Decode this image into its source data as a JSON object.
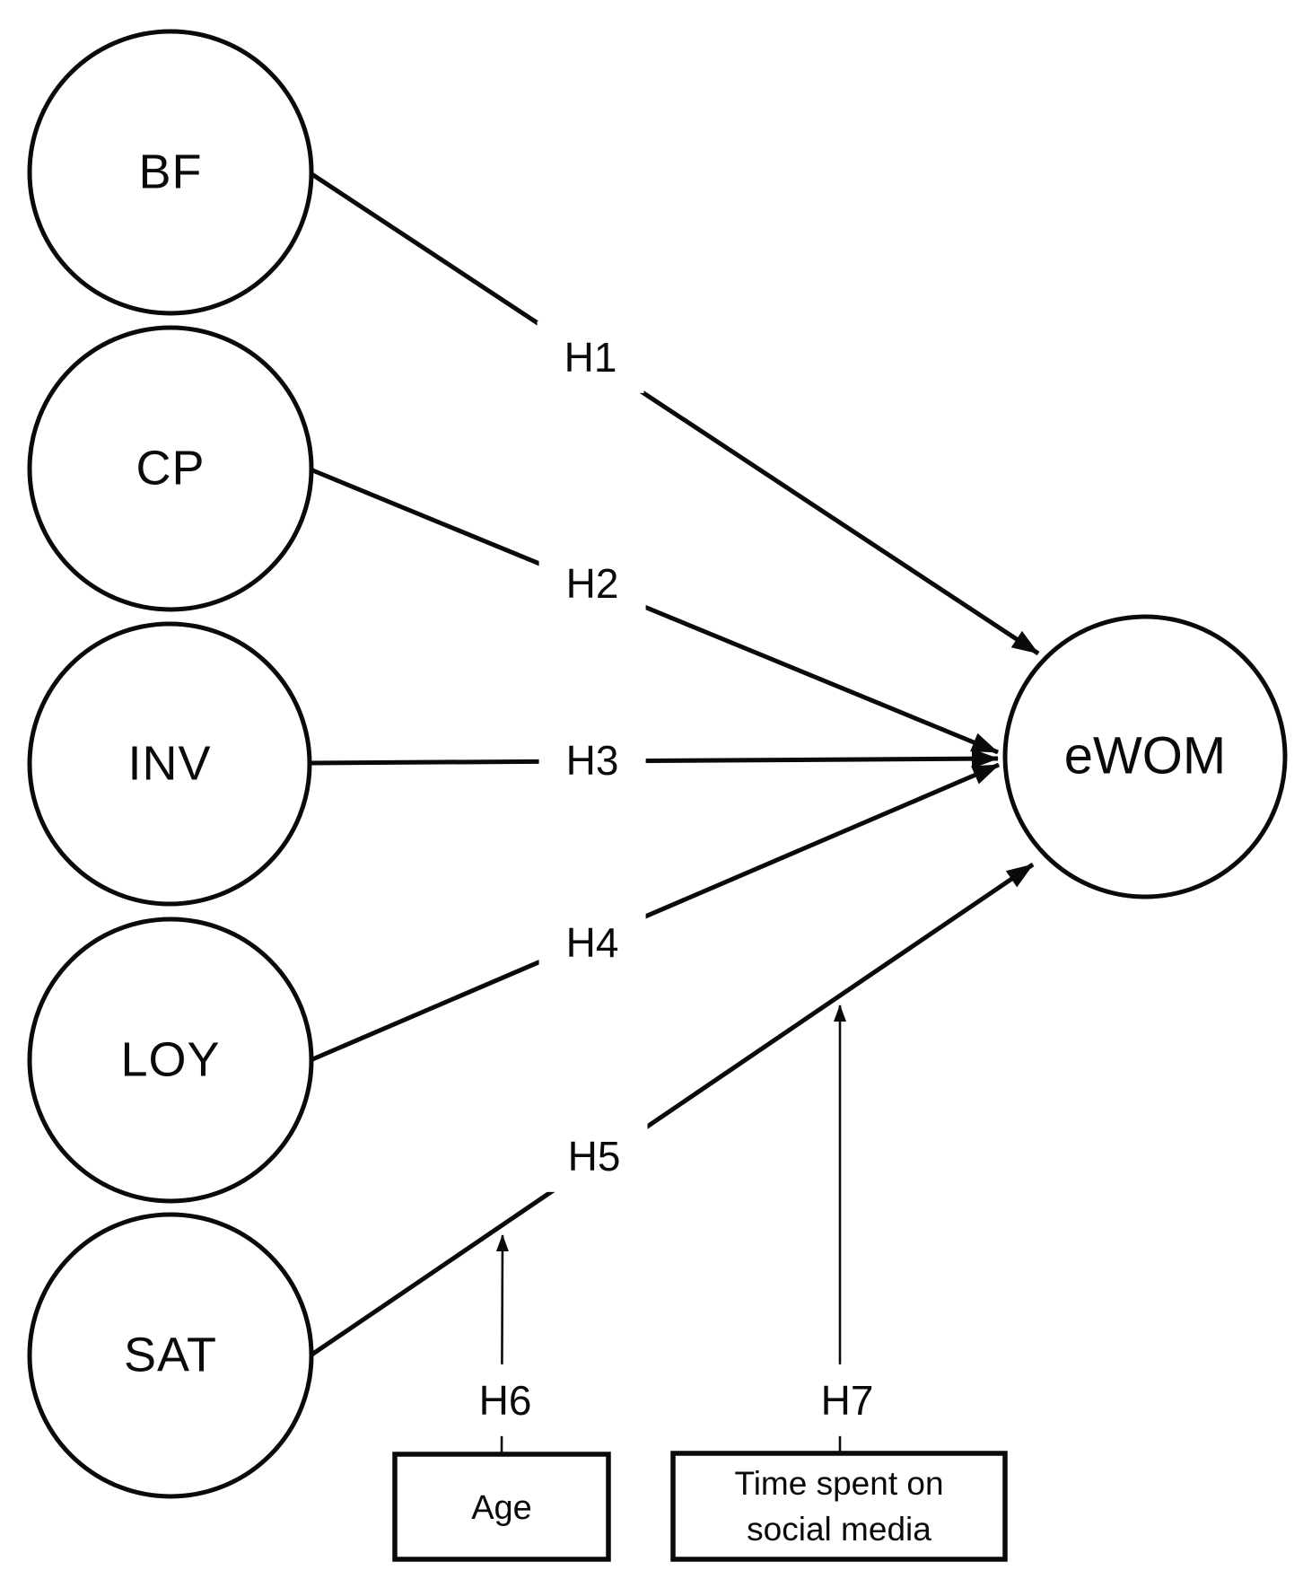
{
  "figure": {
    "type": "path-diagram",
    "background_color": "#ffffff",
    "stroke_color": "#0a0a0a"
  },
  "nodes": {
    "bf": "BF",
    "cp": "CP",
    "inv": "INV",
    "loy": "LOY",
    "sat": "SAT",
    "ewom": "eWOM"
  },
  "hypotheses": {
    "h1": "H1",
    "h2": "H2",
    "h3": "H3",
    "h4": "H4",
    "h5": "H5",
    "h6": "H6",
    "h7": "H7"
  },
  "moderators": {
    "age": {
      "label": "Age"
    },
    "time": {
      "line1": "Time spent on",
      "line2": "social media"
    }
  },
  "edges": [
    {
      "from": "BF",
      "to": "eWOM",
      "label": "H1"
    },
    {
      "from": "CP",
      "to": "eWOM",
      "label": "H2"
    },
    {
      "from": "INV",
      "to": "eWOM",
      "label": "H3"
    },
    {
      "from": "LOY",
      "to": "eWOM",
      "label": "H4"
    },
    {
      "from": "SAT",
      "to": "eWOM",
      "label": "H5"
    },
    {
      "from": "Age",
      "to": "SAT-eWOM-path",
      "label": "H6"
    },
    {
      "from": "Time spent on social media",
      "to": "SAT-eWOM-path",
      "label": "H7"
    }
  ]
}
